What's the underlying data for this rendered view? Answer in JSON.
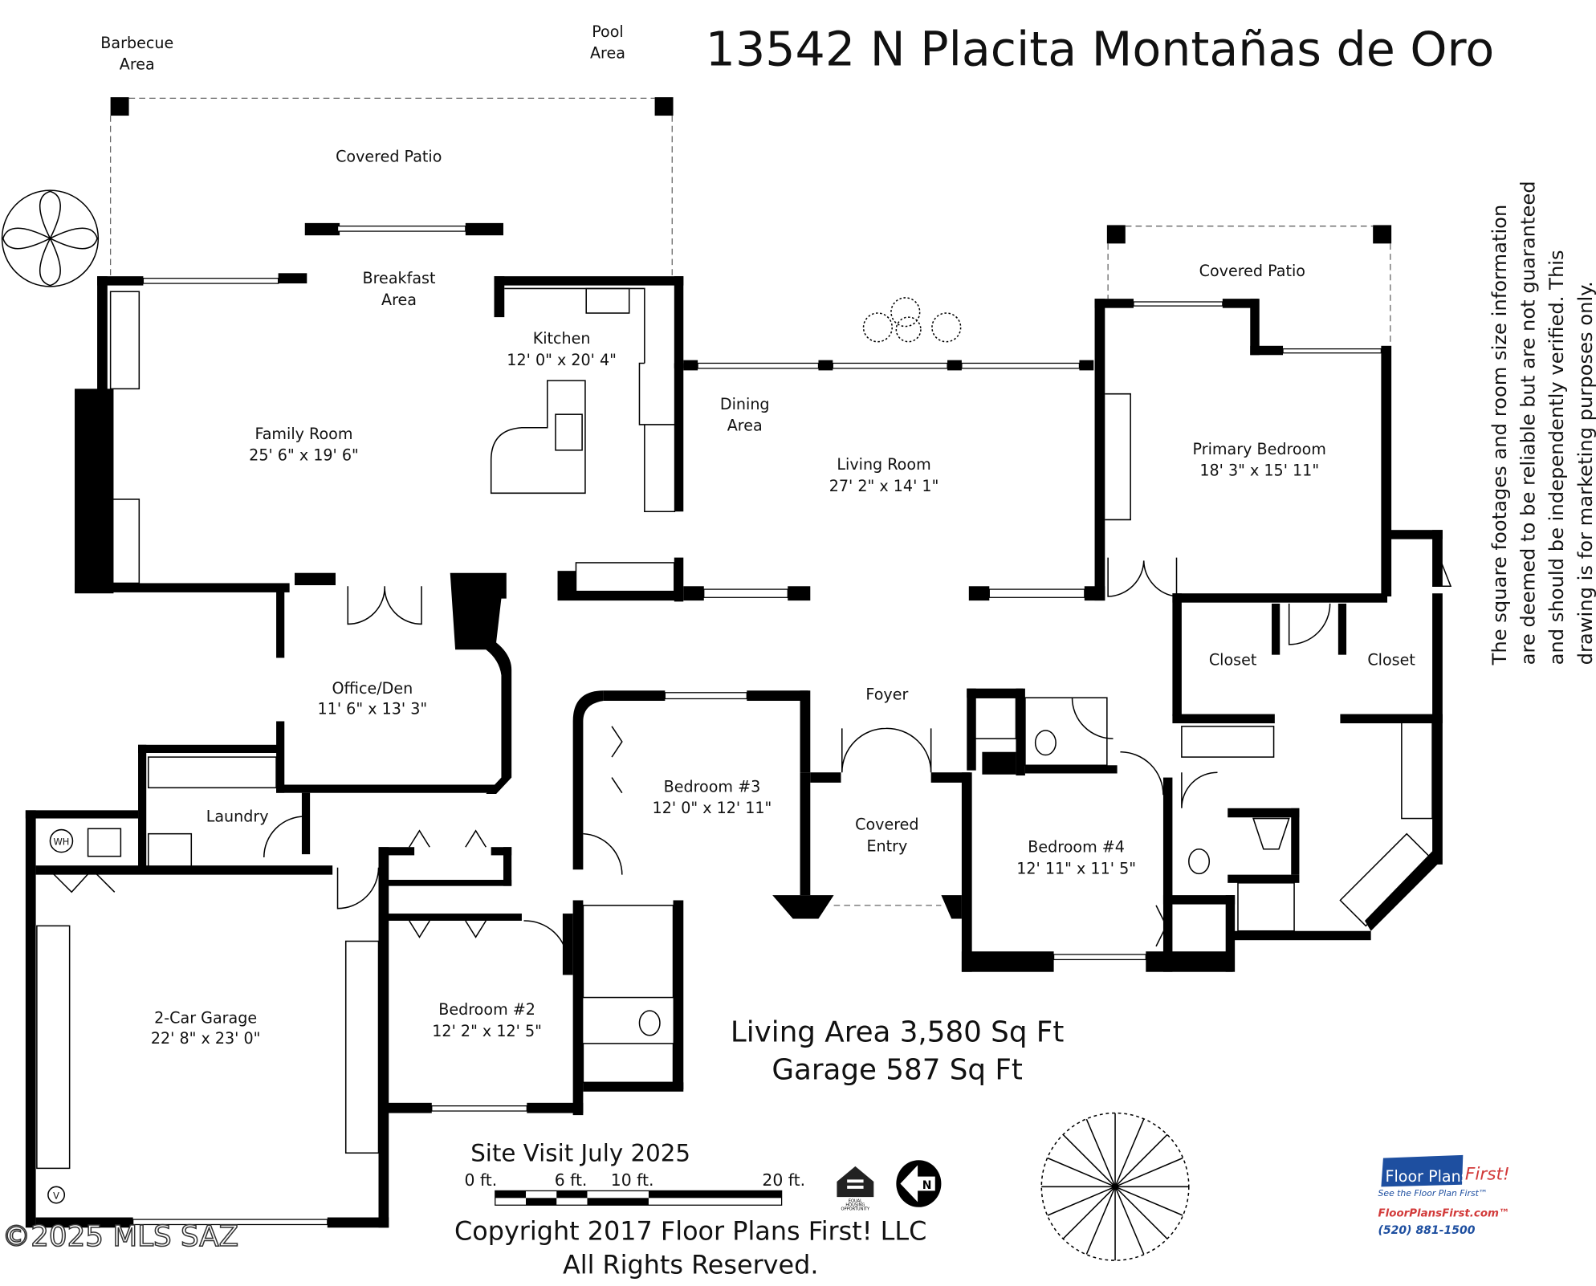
{
  "title": "13542 N Placita Montañas de Oro",
  "outdoor": {
    "barbecue_line1": "Barbecue",
    "barbecue_line2": "Area",
    "pool_line1": "Pool",
    "pool_line2": "Area",
    "covered_patio_left": "Covered Patio",
    "covered_patio_right": "Covered Patio"
  },
  "rooms": {
    "breakfast_line1": "Breakfast",
    "breakfast_line2": "Area",
    "kitchen_name": "Kitchen",
    "kitchen_size": "12' 0\" x 20' 4\"",
    "family_name": "Family Room",
    "family_size": "25' 6\" x 19' 6\"",
    "dining_line1": "Dining",
    "dining_line2": "Area",
    "living_name": "Living Room",
    "living_size": "27' 2\" x 14' 1\"",
    "primary_name": "Primary Bedroom",
    "primary_size": "18' 3\" x 15' 11\"",
    "closet_left": "Closet",
    "closet_right": "Closet",
    "office_name": "Office/Den",
    "office_size": "11' 6\" x 13' 3\"",
    "foyer": "Foyer",
    "laundry": "Laundry",
    "wh": "WH",
    "bed3_name": "Bedroom #3",
    "bed3_size": "12' 0\" x 12' 11\"",
    "covered_entry_line1": "Covered",
    "covered_entry_line2": "Entry",
    "bed4_name": "Bedroom #4",
    "bed4_size": "12' 11\" x 11' 5\"",
    "garage_name": "2-Car Garage",
    "garage_size": "22' 8\" x 23' 0\"",
    "bed2_name": "Bedroom #2",
    "bed2_size": "12' 2\" x 12' 5\"",
    "v": "V"
  },
  "areas": {
    "living": "Living Area 3,580 Sq Ft",
    "garage": "Garage 587 Sq Ft"
  },
  "disclaimer": [
    "The square footages and room size information",
    "are deemed to be reliable but are not guaranteed",
    "and should be independently verified. This",
    "drawing is for marketing purposes only."
  ],
  "site_visit": "Site Visit July 2025",
  "scale": {
    "t0": "0 ft.",
    "t6": "6 ft.",
    "t10": "10 ft.",
    "t20": "20 ft."
  },
  "equal_housing": [
    "EQUAL",
    "HOUSING",
    "OPPORTUNITY"
  ],
  "north": "N",
  "copyright_line1": "Copyright 2017 Floor Plans First! LLC",
  "copyright_line2": "All Rights Reserved.",
  "logo": {
    "brand": "Floor Plans",
    "brand_accent": "First!",
    "tagline": "See the Floor Plan First™",
    "url": "FloorPlansFirst.com™",
    "phone": "(520) 881-1500",
    "blue": "#1e4fa0",
    "red": "#d23a3a"
  },
  "watermark": "©2025 MLS SAZ"
}
